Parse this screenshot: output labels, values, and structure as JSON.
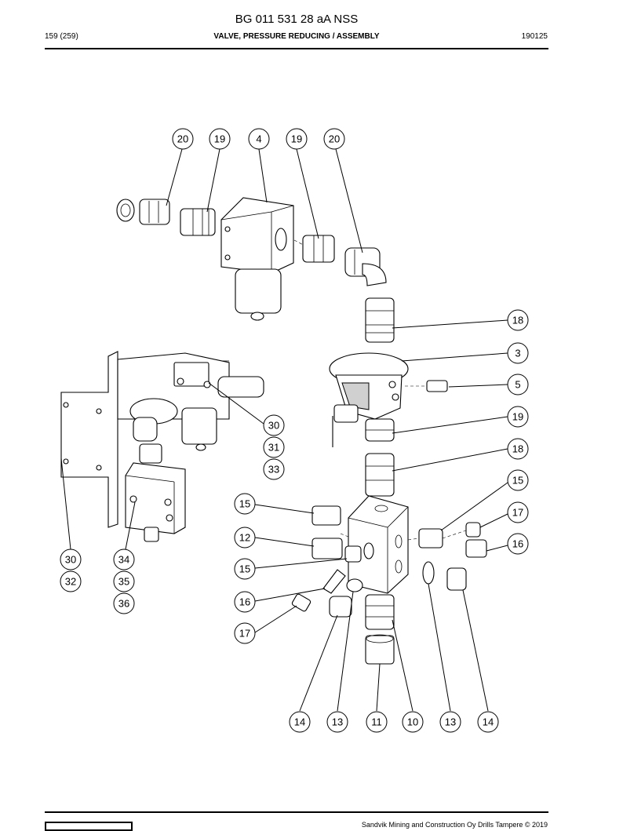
{
  "header": {
    "title": "BG 011 531 28 aA NSS",
    "page": "159 (259)",
    "subtitle": "VALVE, PRESSURE REDUCING / ASSEMBLY",
    "code": "190125"
  },
  "footer": {
    "copyright": "Sandvik Mining and Construction Oy Drills Tampere © 2019"
  },
  "callouts": [
    {
      "id": "c1",
      "label": "20"
    },
    {
      "id": "c2",
      "label": "19"
    },
    {
      "id": "c3",
      "label": "4"
    },
    {
      "id": "c4",
      "label": "19"
    },
    {
      "id": "c5",
      "label": "20"
    },
    {
      "id": "c6",
      "label": "18"
    },
    {
      "id": "c7",
      "label": "3"
    },
    {
      "id": "c8",
      "label": "5"
    },
    {
      "id": "c9",
      "label": "19"
    },
    {
      "id": "c10",
      "label": "18"
    },
    {
      "id": "c11",
      "label": "15"
    },
    {
      "id": "c12",
      "label": "17"
    },
    {
      "id": "c13",
      "label": "16"
    },
    {
      "id": "c14",
      "label": "30"
    },
    {
      "id": "c15",
      "label": "31"
    },
    {
      "id": "c16",
      "label": "33"
    },
    {
      "id": "c17",
      "label": "15"
    },
    {
      "id": "c18",
      "label": "12"
    },
    {
      "id": "c19",
      "label": "15"
    },
    {
      "id": "c20",
      "label": "16"
    },
    {
      "id": "c21",
      "label": "17"
    },
    {
      "id": "c22",
      "label": "30"
    },
    {
      "id": "c23",
      "label": "32"
    },
    {
      "id": "c24",
      "label": "34"
    },
    {
      "id": "c25",
      "label": "35"
    },
    {
      "id": "c26",
      "label": "36"
    },
    {
      "id": "c27",
      "label": "14"
    },
    {
      "id": "c28",
      "label": "13"
    },
    {
      "id": "c29",
      "label": "11"
    },
    {
      "id": "c30",
      "label": "10"
    },
    {
      "id": "c31",
      "label": "13"
    },
    {
      "id": "c32",
      "label": "14"
    }
  ]
}
